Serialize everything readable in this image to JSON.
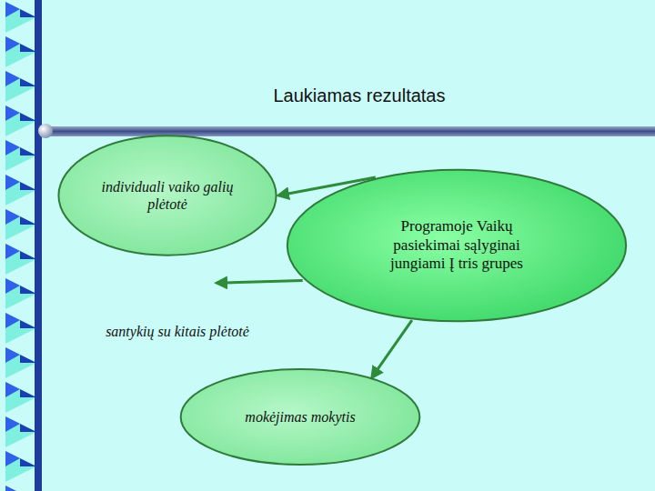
{
  "diagram": {
    "title": "Laukiamas rezultatas",
    "nodes": [
      {
        "text": [
          "individuali vaiko galių plėtotė"
        ]
      },
      {
        "text": [
          "Programoje Vaikų pasiekimai sąlyginai jungiami Į tris grupes"
        ]
      },
      {
        "text": [
          "santykių su kitais plėtotė"
        ]
      },
      {
        "text": [
          "mokėjimas mokytis"
        ]
      }
    ],
    "edges": [
      {
        "from": 1,
        "to": 0,
        "arrow": "to"
      },
      {
        "from": 1,
        "to": 2,
        "arrow": "to"
      },
      {
        "from": 1,
        "to": 3,
        "arrow": "to"
      }
    ]
  }
}
